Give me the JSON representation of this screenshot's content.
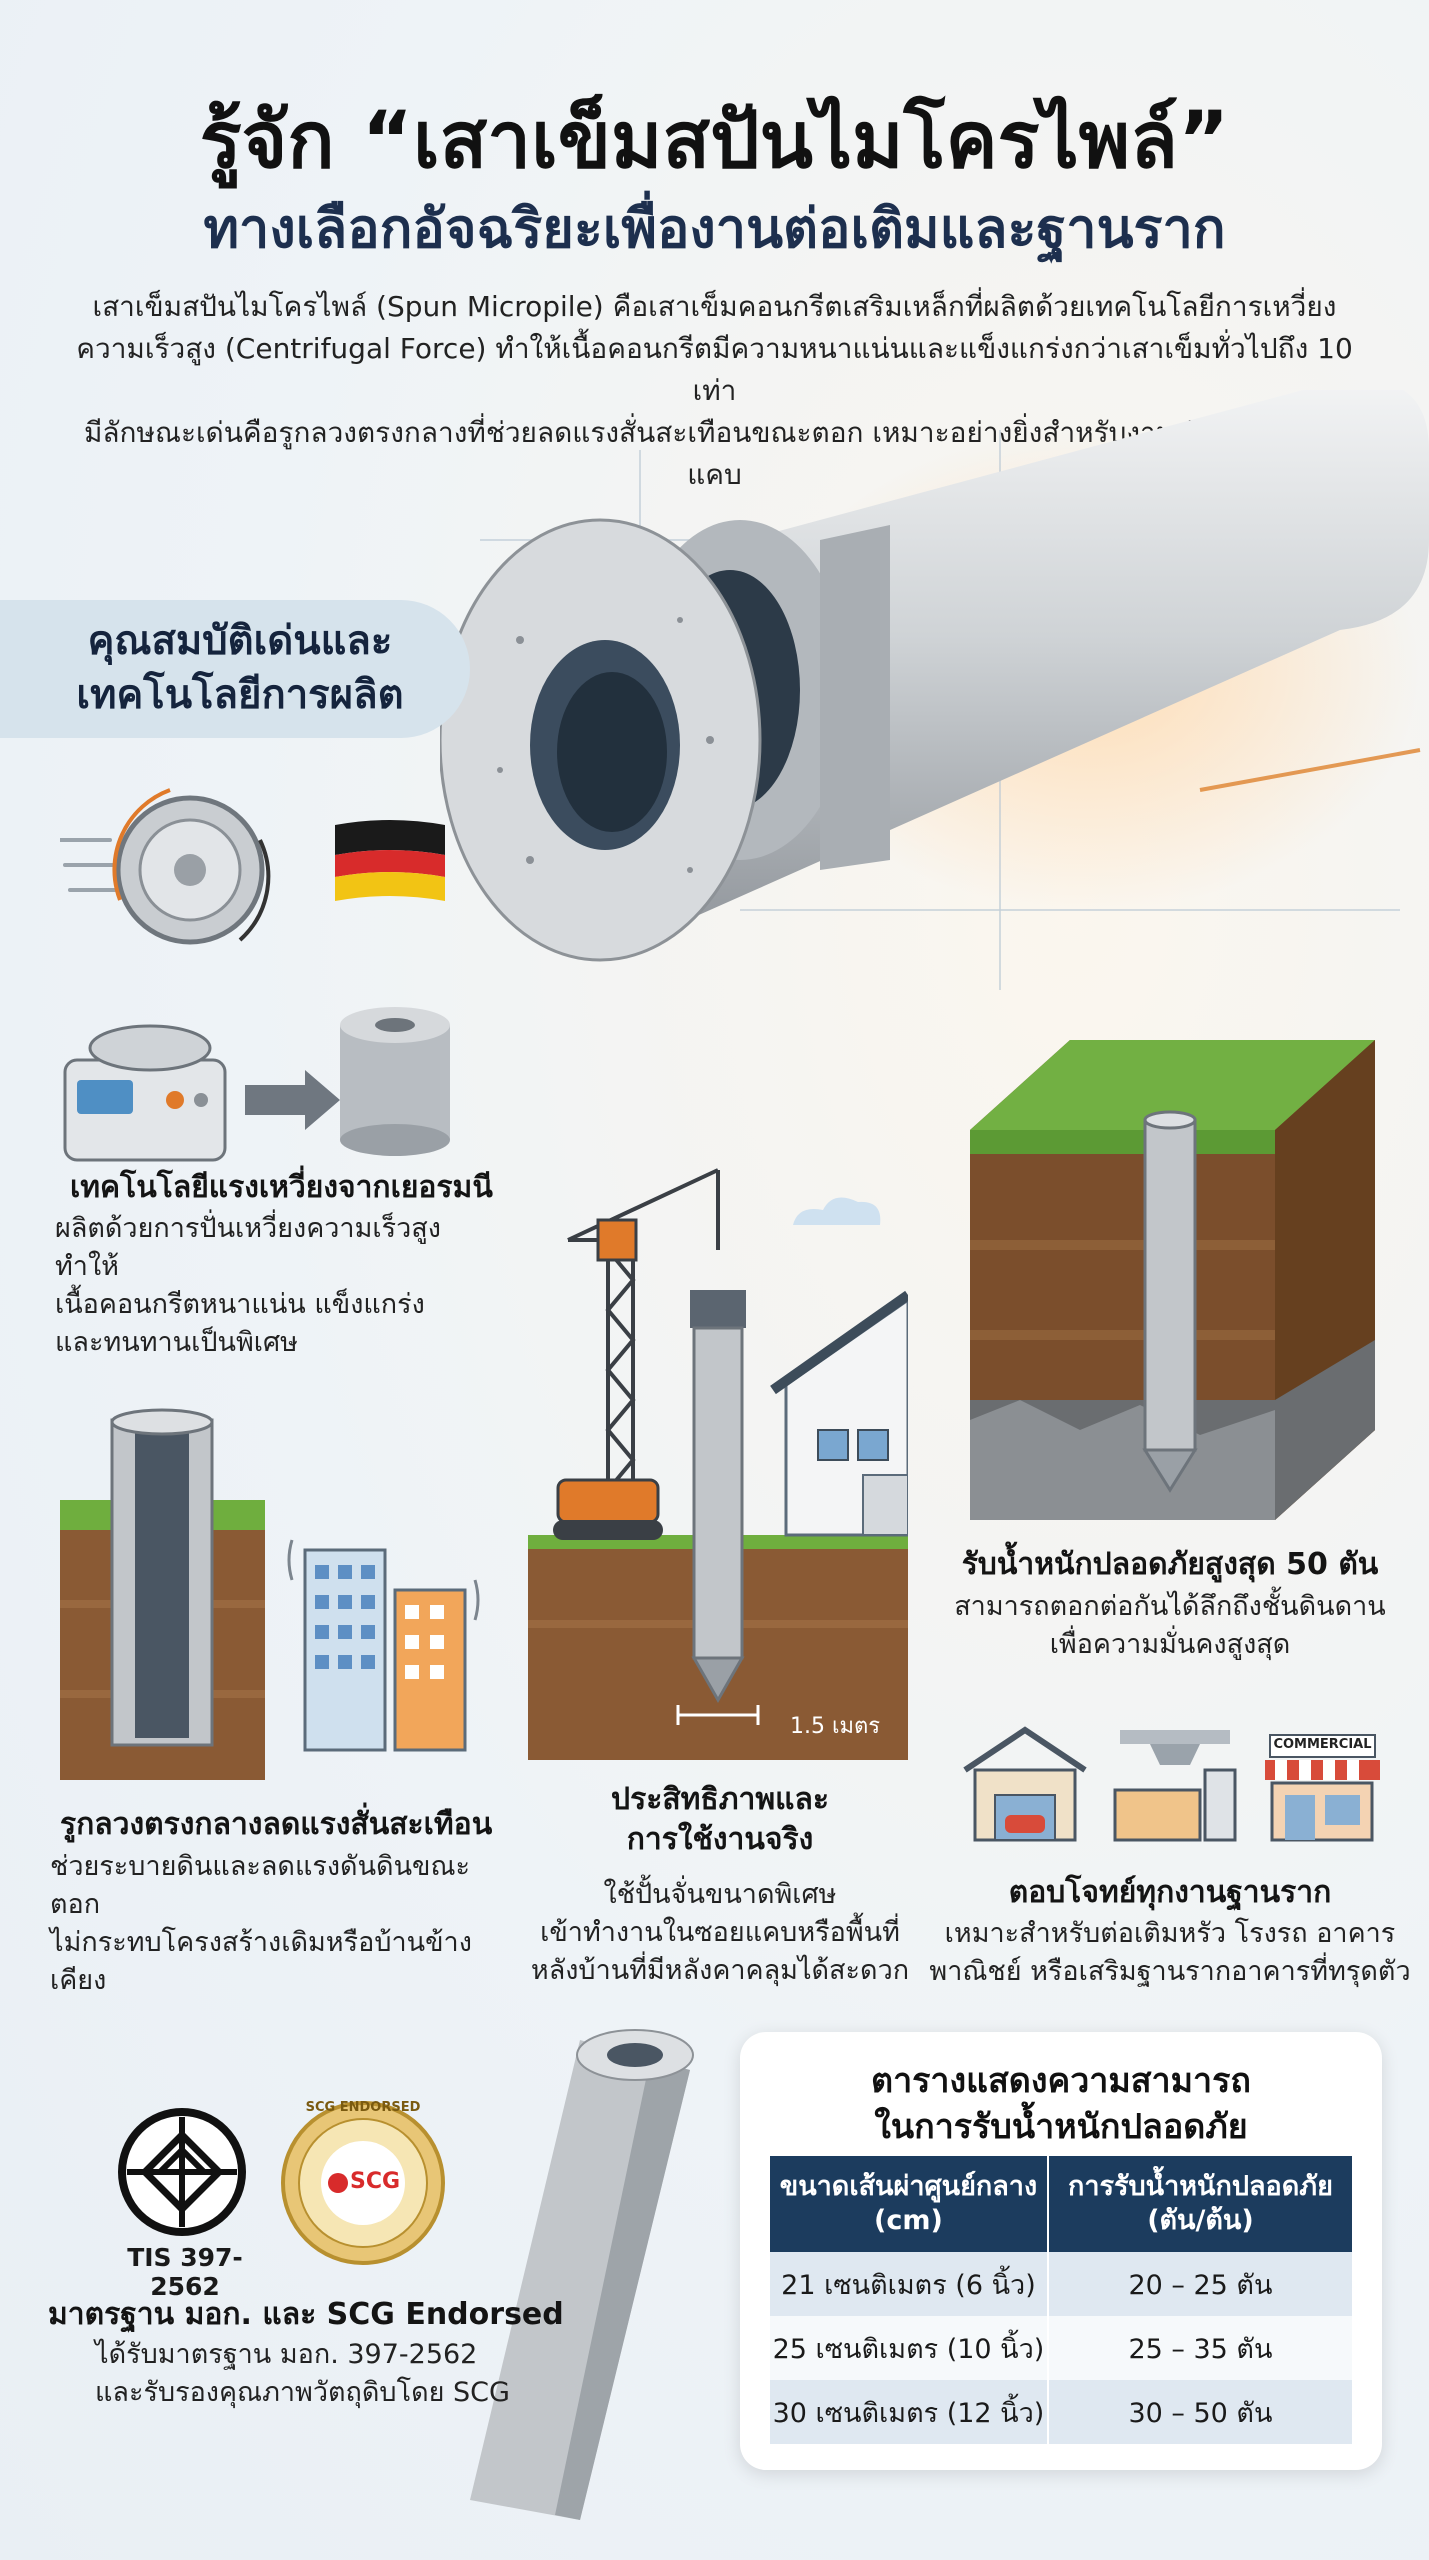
{
  "header": {
    "title": "รู้จัก “เสาเข็มสปันไมโครไพล์”",
    "subtitle": "ทางเลือกอัจฉริยะเพื่องานต่อเติมและฐานราก",
    "intro_lines": [
      "เสาเข็มสปันไมโครไพล์ (Spun Micropile) คือเสาเข็มคอนกรีตเสริมเหล็กที่ผลิตด้วยเทคโนโลยีการเหวี่ยง",
      "ความเร็วสูง (Centrifugal Force) ทำให้เนื้อคอนกรีตมีความหนาแน่นและแข็งแกร่งกว่าเสาเข็มทั่วไปถึง 10 เท่า",
      "มีลักษณะเด่นคือรูกลวงตรงกลางที่ช่วยลดแรงสั่นสะเทือนขณะตอก เหมาะอย่างยิ่งสำหรับงานต่อเติมในพื้นที่แคบ"
    ]
  },
  "features_pill": {
    "line1": "คุณสมบัติเด่นและ",
    "line2": "เทคโนโลยีการผลิต"
  },
  "feature_german": {
    "title": "เทคโนโลยีแรงเหวี่ยงจากเยอรมนี",
    "lines": [
      "ผลิตด้วยการปั่นเหวี่ยงความเร็วสูงทำให้",
      "เนื้อคอนกรีตหนาแน่น แข็งแกร่ง",
      "และทนทานเป็นพิเศษ"
    ]
  },
  "feature_hollow": {
    "title": "รูกลวงตรงกลางลดแรงสั่นสะเทือน",
    "lines": [
      "ช่วยระบายดินและลดแรงดันดินขณะตอก",
      "ไม่กระทบโครงสร้างเดิมหรือบ้านข้างเคียง"
    ]
  },
  "feature_efficiency": {
    "title_line1": "ประสิทธิภาพและ",
    "title_line2": "การใช้งานจริง",
    "lines": [
      "ใช้ปั้นจั่นขนาดพิเศษ",
      "เข้าทำงานในซอยแคบหรือพื้นที่",
      "หลังบ้านที่มีหลังคาคลุมได้สะดวก"
    ],
    "dimension_label": "1.5 เมตร"
  },
  "feature_load": {
    "title": "รับน้ำหนักปลอดภัยสูงสุด 50 ตัน",
    "lines": [
      "สามารถตอกต่อกันได้ลึกถึงชั้นดินดาน",
      "เพื่อความมั่นคงสูงสุด"
    ]
  },
  "feature_applications": {
    "title": "ตอบโจทย์ทุกงานฐานราก",
    "lines": [
      "เหมาะสำหรับต่อเติมหรัว โรงรถ อาคาร",
      "พาณิชย์ หรือเสริมฐานรากอาคารที่ทรุดตัว"
    ],
    "shop_sign": "COMMERCIAL"
  },
  "certification": {
    "tis_code": "TIS 397-2562",
    "seal_text": "SCG ENDORSED",
    "seal_logo": "SCG",
    "title": "มาตรฐาน มอก. และ SCG Endorsed",
    "lines": [
      "ได้รับมาตรฐาน มอก. 397-2562",
      "และรับรองคุณภาพวัตถุดิบโดย SCG"
    ]
  },
  "load_table": {
    "title_line1": "ตารางแสดงความสามารถ",
    "title_line2": "ในการรับน้ำหนักปลอดภัย",
    "headers": [
      "ขนาดเส้นผ่าศูนย์กลาง (cm)",
      "การรับน้ำหนักปลอดภัย (ตัน/ต้น)"
    ],
    "rows": [
      [
        "21 เซนติเมตร (6 นิ้ว)",
        "20 – 25 ตัน"
      ],
      [
        "25 เซนติเมตร (10 นิ้ว)",
        "25 – 35 ตัน"
      ],
      [
        "30 เซนติเมตร (12 นิ้ว)",
        "30 – 50 ตัน"
      ]
    ]
  },
  "colors": {
    "navy": "#1c3c5e",
    "grass": "#6fae3e",
    "soil": "#8a5a34",
    "accent_orange": "#e07a2a",
    "concrete": "#c8ccd0"
  }
}
